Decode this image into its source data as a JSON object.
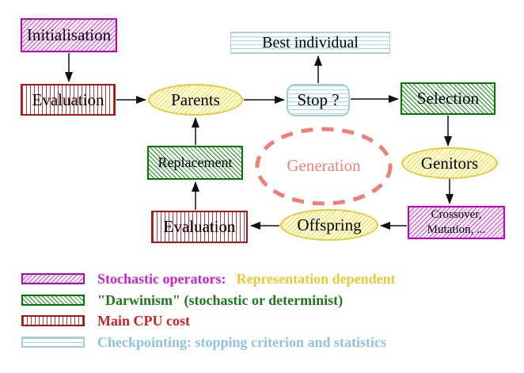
{
  "diagram": {
    "nodes": {
      "initialisation": {
        "label": "Initialisation",
        "category": "stochastic-operator"
      },
      "evaluation_top": {
        "label": "Evaluation",
        "category": "main-cpu-cost"
      },
      "best_individual": {
        "label": "Best individual",
        "category": "checkpointing"
      },
      "parents": {
        "label": "Parents",
        "category": "population"
      },
      "stop": {
        "label": "Stop ?",
        "category": "checkpointing"
      },
      "selection": {
        "label": "Selection",
        "category": "darwinism"
      },
      "replacement": {
        "label": "Replacement",
        "category": "darwinism"
      },
      "generation": {
        "label": "Generation",
        "category": "cycle-annotation"
      },
      "genitors": {
        "label": "Genitors",
        "category": "population"
      },
      "crossover_mutation": {
        "lines": [
          "Crossover,",
          "Mutation, ..."
        ],
        "category": "stochastic-operator"
      },
      "offspring": {
        "label": "Offspring",
        "category": "population"
      },
      "evaluation_bottom": {
        "label": "Evaluation",
        "category": "main-cpu-cost"
      }
    },
    "edges": [
      {
        "from": "Initialisation",
        "to": "Evaluation"
      },
      {
        "from": "Evaluation",
        "to": "Parents"
      },
      {
        "from": "Parents",
        "to": "Stop ?"
      },
      {
        "from": "Stop ?",
        "to": "Best individual"
      },
      {
        "from": "Stop ?",
        "to": "Selection"
      },
      {
        "from": "Selection",
        "to": "Genitors"
      },
      {
        "from": "Genitors",
        "to": "Crossover, Mutation, ..."
      },
      {
        "from": "Crossover, Mutation, ...",
        "to": "Offspring"
      },
      {
        "from": "Offspring",
        "to": "Evaluation"
      },
      {
        "from": "Evaluation",
        "to": "Replacement"
      },
      {
        "from": "Replacement",
        "to": "Parents"
      }
    ]
  },
  "legend": {
    "items": [
      {
        "pattern": "magenta-diagonal-hatch",
        "label": "Stochastic operators:",
        "label2": "Representation dependent",
        "color": "#cc22cc",
        "color2": "#eec832"
      },
      {
        "pattern": "green-diagonal-hatch",
        "label": "\"Darwinism\" (stochastic or determinist)",
        "color": "#1a7a1a"
      },
      {
        "pattern": "red-vertical-stripes",
        "label": "Main CPU cost",
        "color": "#cc2222"
      },
      {
        "pattern": "cyan-horizontal-stripes",
        "label": "Checkpointing: stopping criterion and statistics",
        "color": "#8fc3e0"
      }
    ]
  },
  "colors": {
    "magenta_border": "#c000c0",
    "green_border": "#007700",
    "red_border": "#aa1515",
    "cyan_border": "#9fccdf",
    "yellow_border": "#e3c93e",
    "salmon_dashed": "#ef7f76",
    "arrow": "#111111",
    "background": "#ffffff"
  }
}
